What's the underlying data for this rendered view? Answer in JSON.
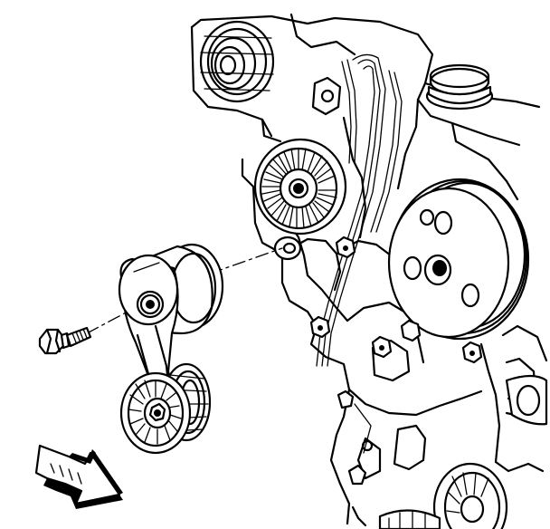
{
  "figure": {
    "background": "#ffffff",
    "line_color": "#000000",
    "callout_arrow_icon": "direction-arrow-icon",
    "parts_depicted": [
      "engine-front-assembly",
      "drive-belt-tensioner",
      "tensioner-bolt",
      "power-steering-pump-pulley",
      "idler-pulley",
      "reservoir-cap"
    ]
  }
}
